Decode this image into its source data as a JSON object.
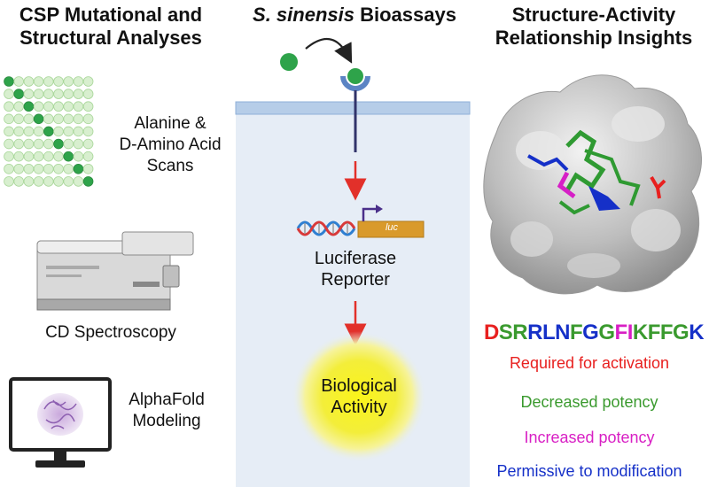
{
  "left": {
    "title_line1": "CSP Mutational and",
    "title_line2": "Structural Analyses",
    "scans_line1": "Alanine &",
    "scans_line2": "D-Amino Acid",
    "scans_line3": "Scans",
    "cd_label": "CD Spectroscopy",
    "af_line1": "AlphaFold",
    "af_line2": "Modeling"
  },
  "middle": {
    "title_italic": "S. sinensis",
    "title_rest": " Bioassays",
    "luc_tag": "luc",
    "reporter_line1": "Luciferase",
    "reporter_line2": "Reporter",
    "activity_line1": "Biological",
    "activity_line2": "Activity"
  },
  "right": {
    "title_line1": "Structure-Activity",
    "title_line2": "Relationship Insights",
    "sequence": [
      {
        "char": "D",
        "color": "#e8201f"
      },
      {
        "char": "S",
        "color": "#3a9a2e"
      },
      {
        "char": "R",
        "color": "#3a9a2e"
      },
      {
        "char": "R",
        "color": "#1530c8"
      },
      {
        "char": "L",
        "color": "#1530c8"
      },
      {
        "char": "N",
        "color": "#1530c8"
      },
      {
        "char": "F",
        "color": "#3a9a2e"
      },
      {
        "char": "G",
        "color": "#1530c8"
      },
      {
        "char": "G",
        "color": "#3a9a2e"
      },
      {
        "char": "F",
        "color": "#d81fc4"
      },
      {
        "char": "I",
        "color": "#d81fc4"
      },
      {
        "char": "K",
        "color": "#3a9a2e"
      },
      {
        "char": "F",
        "color": "#3a9a2e"
      },
      {
        "char": "F",
        "color": "#3a9a2e"
      },
      {
        "char": "G",
        "color": "#3a9a2e"
      },
      {
        "char": "K",
        "color": "#1530c8"
      }
    ],
    "legend": [
      {
        "text": "Required for activation",
        "color": "#e8201f"
      },
      {
        "text": "Decreased potency",
        "color": "#3a9a2e"
      },
      {
        "text": "Increased potency",
        "color": "#d81fc4"
      },
      {
        "text": "Permissive to modification",
        "color": "#1530c8"
      }
    ]
  },
  "colors": {
    "ligand_green": "#2ea34a",
    "receptor_blue": "#5c84c4",
    "arrow_red": "#e2302a",
    "cell_fill": "#e6edf6",
    "membrane": "#a9c3e3",
    "luc_gene": "#d99a2b",
    "activity_glow": "#f3ea20"
  }
}
